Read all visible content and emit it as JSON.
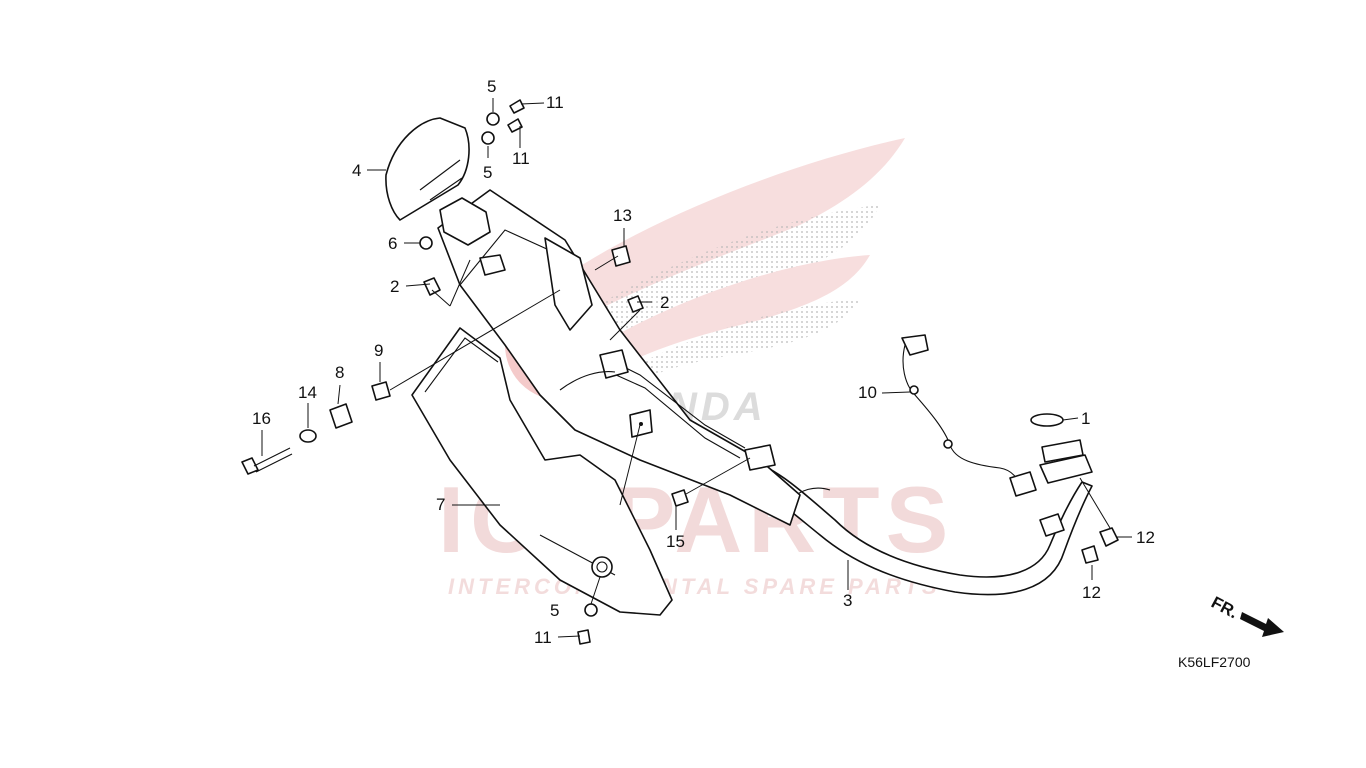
{
  "diagram_code": "K56LF2700",
  "front_marker": "FR.",
  "watermark": {
    "brand": "ICSPARTS",
    "tagline": "INTERCONTINENTAL SPARE PARTS",
    "wing_text": "HONDA"
  },
  "callouts": [
    {
      "id": "c1",
      "text": "1"
    },
    {
      "id": "c2a",
      "text": "2"
    },
    {
      "id": "c2b",
      "text": "2"
    },
    {
      "id": "c3",
      "text": "3"
    },
    {
      "id": "c4",
      "text": "4"
    },
    {
      "id": "c5a",
      "text": "5"
    },
    {
      "id": "c5b",
      "text": "5"
    },
    {
      "id": "c5c",
      "text": "5"
    },
    {
      "id": "c6",
      "text": "6"
    },
    {
      "id": "c7",
      "text": "7"
    },
    {
      "id": "c8",
      "text": "8"
    },
    {
      "id": "c9",
      "text": "9"
    },
    {
      "id": "c10",
      "text": "10"
    },
    {
      "id": "c11a",
      "text": "11"
    },
    {
      "id": "c11b",
      "text": "11"
    },
    {
      "id": "c11c",
      "text": "11"
    },
    {
      "id": "c12a",
      "text": "12"
    },
    {
      "id": "c12b",
      "text": "12"
    },
    {
      "id": "c13",
      "text": "13"
    },
    {
      "id": "c14",
      "text": "14"
    },
    {
      "id": "c15",
      "text": "15"
    },
    {
      "id": "c16",
      "text": "16"
    }
  ],
  "colors": {
    "line": "#111111",
    "watermark_wing": "#f6d4d4",
    "watermark_text": "#f2dada"
  }
}
